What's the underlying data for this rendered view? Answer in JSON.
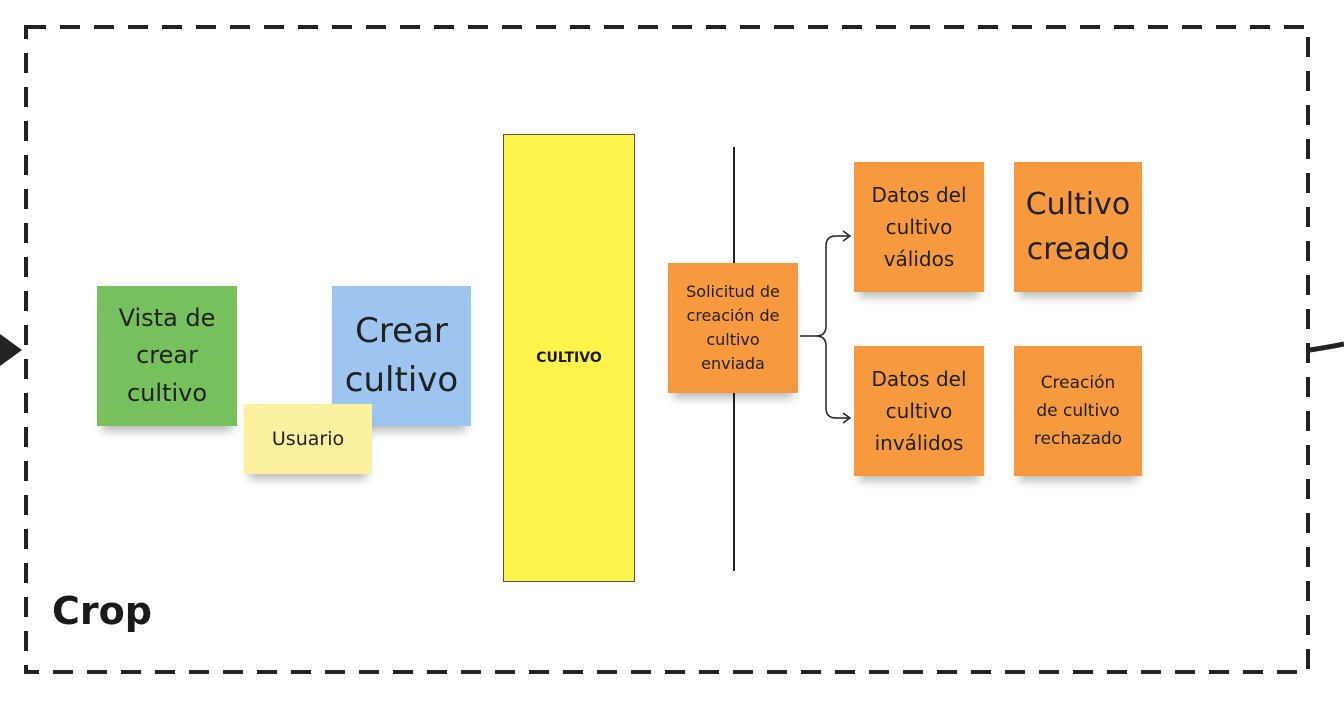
{
  "frame": {
    "title": "Crop"
  },
  "stickies": {
    "view": "Vista de\ncrear\ncultivo",
    "command": "Crear\ncultivo",
    "actor": "Usuario",
    "aggregate": "CULTIVO",
    "request": "Solicitud de\ncreación de\ncultivo\nenviada",
    "valid": "Datos del\ncultivo\nválidos",
    "created": "Cultivo\ncreado",
    "invalid": "Datos del\ncultivo\ninválidos",
    "rejected": "Creación\nde cultivo\nrechazado"
  },
  "colors": {
    "view": "#76c05d",
    "command": "#9ec5ef",
    "actor": "#fbf1a1",
    "aggregate": "#fdf34a",
    "event": "#f79a3f",
    "frame_border": "#222222"
  }
}
